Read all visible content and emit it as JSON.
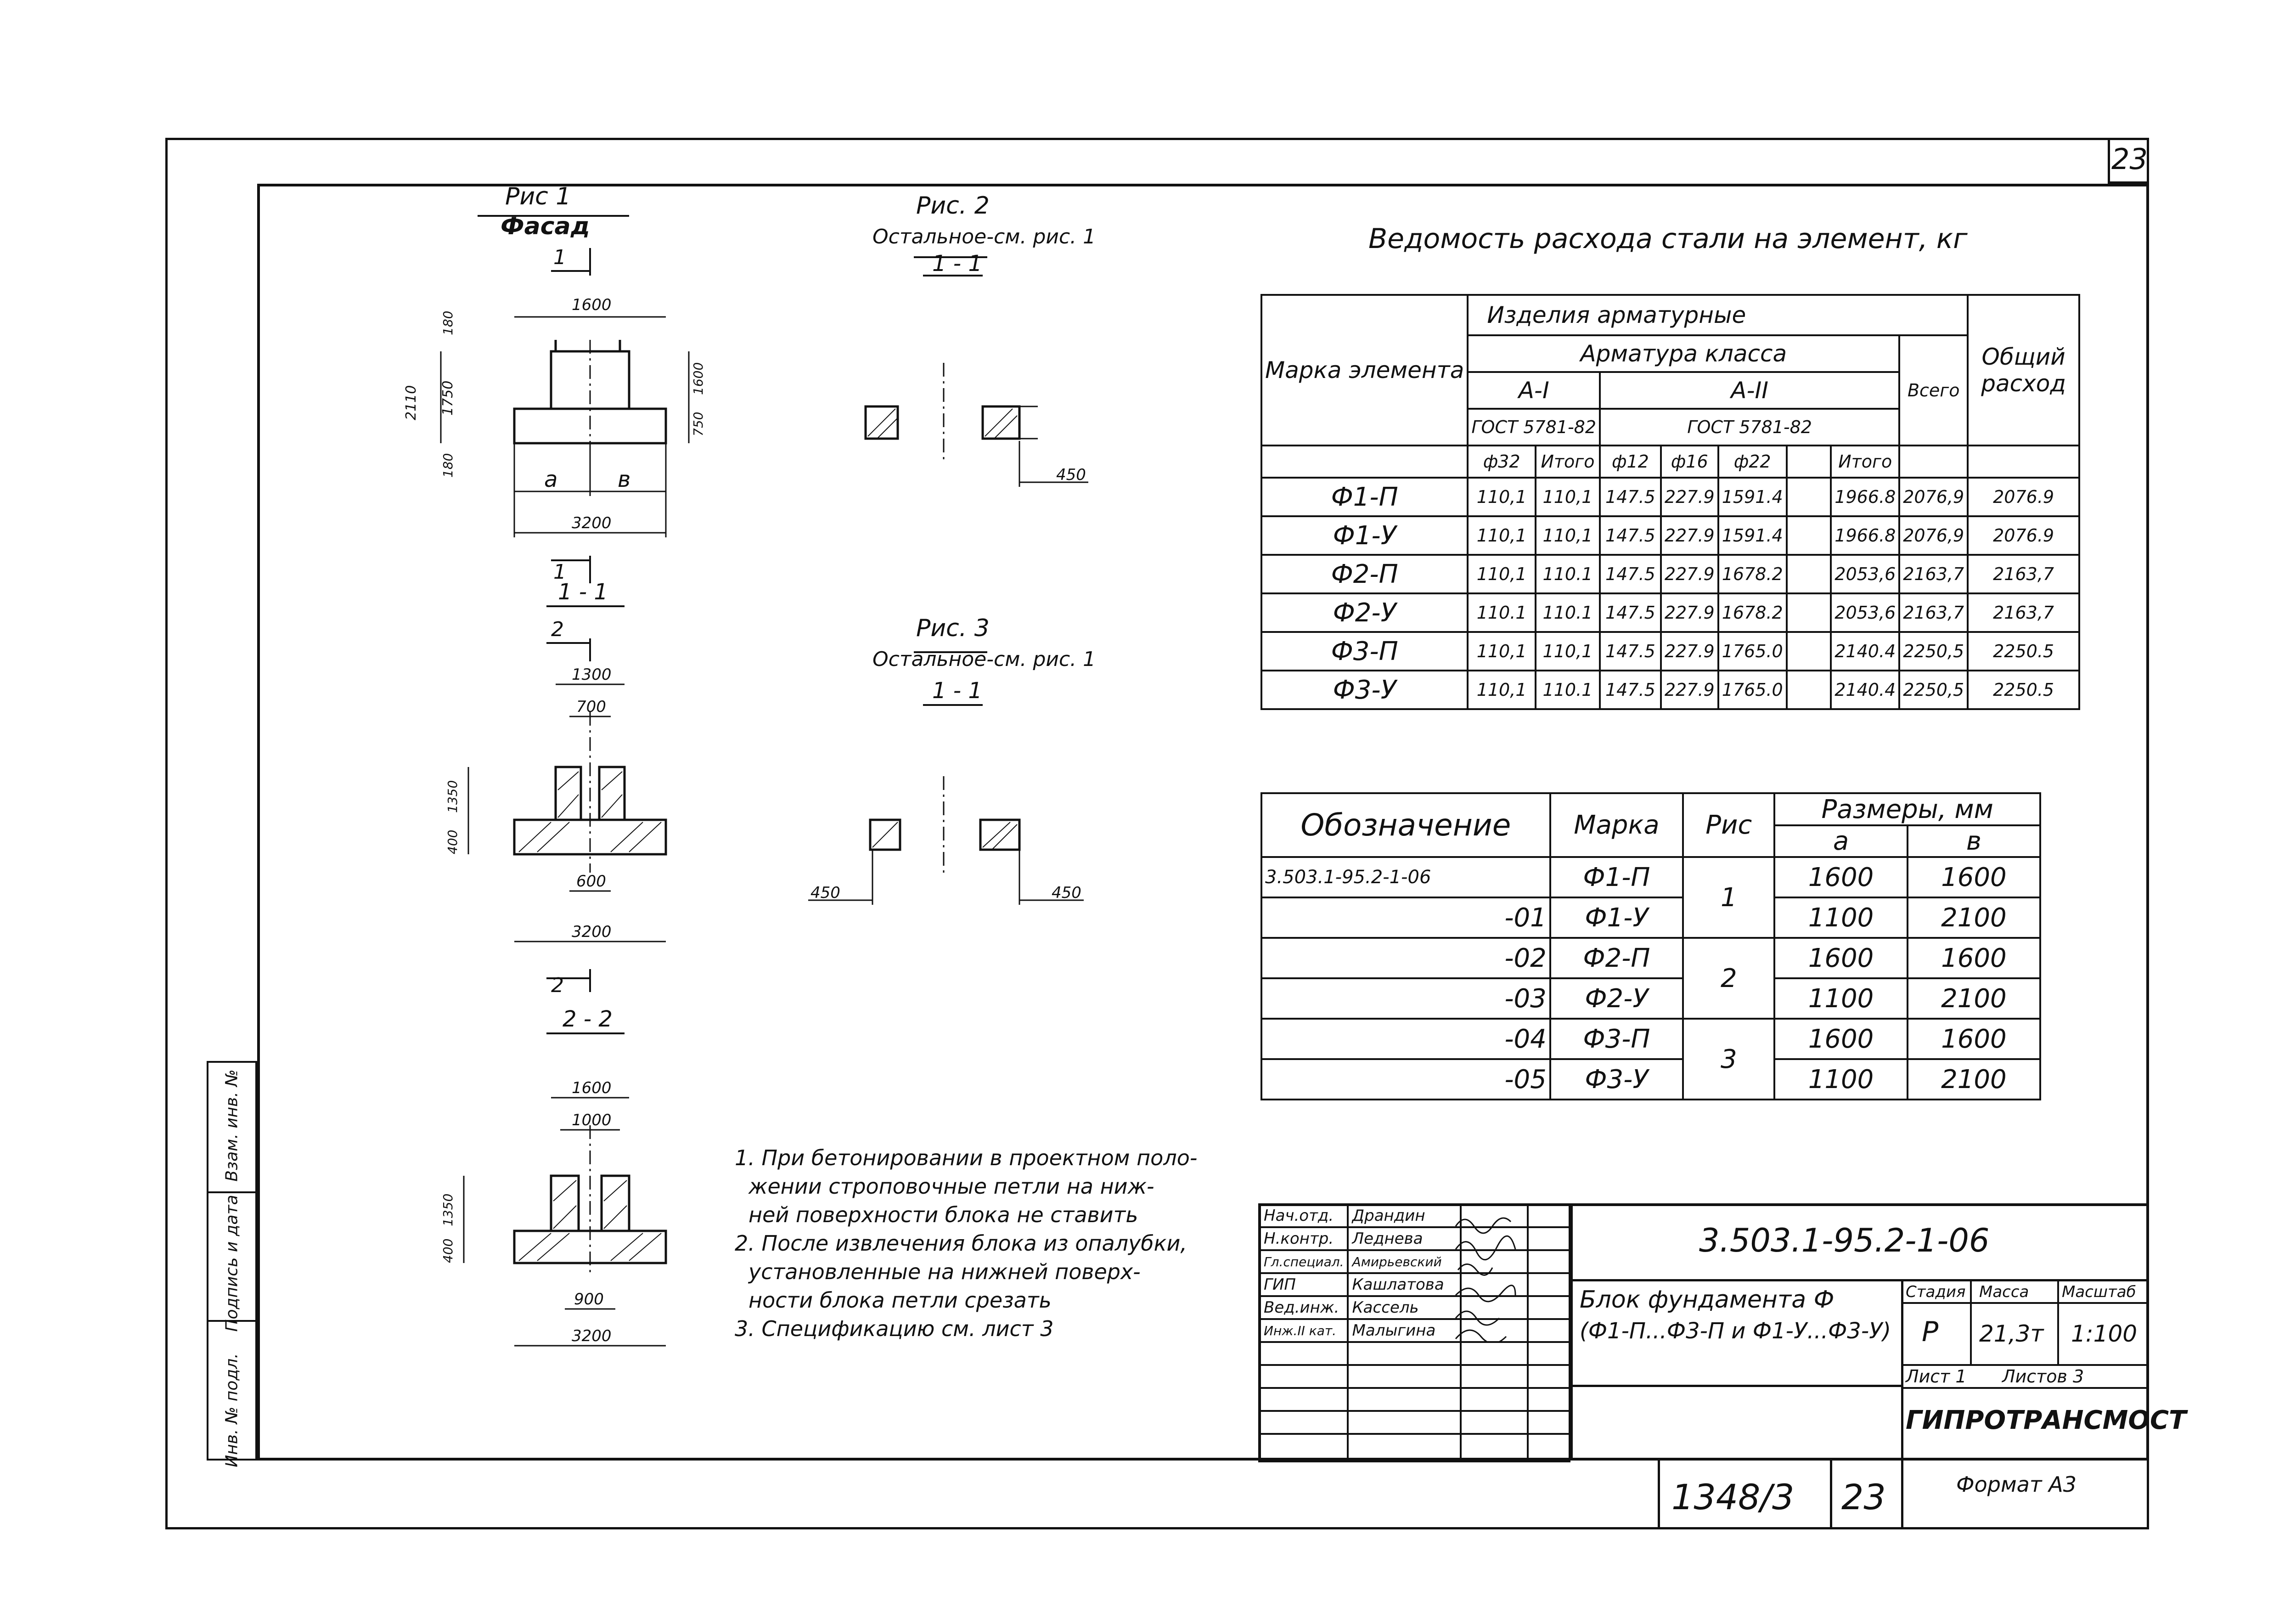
{
  "sheet_number_corner": "23",
  "sheet_title": "Ведомость расхода стали на элемент, кг",
  "figures": {
    "fig1_title": "Рис 1",
    "fig1_subtitle": "Фасад",
    "fig2_title": "Рис. 2",
    "fig2_note": "Остальное-см. рис. 1",
    "fig3_title": "Рис. 3",
    "fig3_note": "Остальное-см. рис. 1",
    "section_11": "1 - 1",
    "section_22": "2 - 2",
    "dims_fig1": {
      "top": "1600",
      "bottom": "3200",
      "h_total": "2110",
      "h_col": "1750",
      "h_top": "180",
      "h_bot": "180",
      "h_right": "1600",
      "h_right2": "750",
      "a": "a",
      "b": "в",
      "sec_top": "1",
      "sec_bot": "1"
    },
    "dims_s11": {
      "top": "1300",
      "inner": "700",
      "base": "600",
      "bottom": "3200",
      "h1": "1350",
      "h2": "400",
      "marker": "2"
    },
    "dims_s22": {
      "top": "1600",
      "inner": "1000",
      "base": "900",
      "bottom": "3200",
      "h1": "1350",
      "h2": "400"
    },
    "dim_450": "450"
  },
  "steel_table": {
    "col_mark": "Марка элемента",
    "hdr_products": "Изделия арматурные",
    "hdr_class": "Арматура класса",
    "hdr_a1": "A-I",
    "hdr_a2": "A-II",
    "hdr_gost1": "ГОСТ 5781-82",
    "hdr_gost2": "ГОСТ 5781-82",
    "hdr_total": "Всего",
    "hdr_overall": "Общий расход",
    "sub": [
      "ф32",
      "Итого",
      "ф12",
      "ф16",
      "ф22",
      "",
      "Итого"
    ],
    "rows": [
      {
        "mark": "Ф1-П",
        "v": [
          "110,1",
          "110,1",
          "147.5",
          "227.9",
          "1591.4",
          "",
          "1966.8",
          "2076,9",
          "2076.9"
        ]
      },
      {
        "mark": "Ф1-У",
        "v": [
          "110,1",
          "110,1",
          "147.5",
          "227.9",
          "1591.4",
          "",
          "1966.8",
          "2076,9",
          "2076.9"
        ]
      },
      {
        "mark": "Ф2-П",
        "v": [
          "110,1",
          "110.1",
          "147.5",
          "227.9",
          "1678.2",
          "",
          "2053,6",
          "2163,7",
          "2163,7"
        ]
      },
      {
        "mark": "Ф2-У",
        "v": [
          "110.1",
          "110.1",
          "147.5",
          "227.9",
          "1678.2",
          "",
          "2053,6",
          "2163,7",
          "2163,7"
        ]
      },
      {
        "mark": "Ф3-П",
        "v": [
          "110,1",
          "110,1",
          "147.5",
          "227.9",
          "1765.0",
          "",
          "2140.4",
          "2250,5",
          "2250.5"
        ]
      },
      {
        "mark": "Ф3-У",
        "v": [
          "110,1",
          "110.1",
          "147.5",
          "227.9",
          "1765.0",
          "",
          "2140.4",
          "2250,5",
          "2250.5"
        ]
      }
    ]
  },
  "dim_table": {
    "col_designation": "Обозначение",
    "col_mark": "Марка",
    "col_fig": "Рис",
    "col_sizes": "Размеры, мм",
    "col_a": "а",
    "col_b": "в",
    "rows": [
      {
        "des": "3.503.1-95.2-1-06",
        "mark": "Ф1-П",
        "a": "1600",
        "b": "1600"
      },
      {
        "des": "-01",
        "mark": "Ф1-У",
        "a": "1100",
        "b": "2100"
      },
      {
        "des": "-02",
        "mark": "Ф2-П",
        "a": "1600",
        "b": "1600"
      },
      {
        "des": "-03",
        "mark": "Ф2-У",
        "a": "1100",
        "b": "2100"
      },
      {
        "des": "-04",
        "mark": "Ф3-П",
        "a": "1600",
        "b": "1600"
      },
      {
        "des": "-05",
        "mark": "Ф3-У",
        "a": "1100",
        "b": "2100"
      }
    ],
    "figs": [
      "1",
      "2",
      "3"
    ]
  },
  "notes": [
    "1. При бетонировании в проектном поло-",
    "жении строповочные петли на ниж-",
    "ней поверхности блока не ставить",
    "2. После извлечения блока из опалубки,",
    "установленные на нижней поверх-",
    "ности блока петли срезать",
    "3. Спецификацию см. лист 3"
  ],
  "side_stamp": [
    "Инв. № подл.",
    "Подпись и дата",
    "Взам. инв. №"
  ],
  "title_block": {
    "roles": [
      {
        "role": "Нач.отд.",
        "name": "Драндин"
      },
      {
        "role": "Н.контр.",
        "name": "Леднева"
      },
      {
        "role": "Гл.специал.",
        "name": "Амирьевский"
      },
      {
        "role": "ГИП",
        "name": "Кашлатова"
      },
      {
        "role": "Вед.инж.",
        "name": "Кассель"
      },
      {
        "role": "Инж.II кат.",
        "name": "Малыгина"
      }
    ],
    "doc_code": "3.503.1-95.2-1-06",
    "doc_name_1": "Блок фундамента Ф",
    "doc_name_2": "(Ф1-П...Ф3-П и Ф1-У...Ф3-У)",
    "stage_label": "Стадия",
    "mass_label": "Масса",
    "scale_label": "Масштаб",
    "stage": "Р",
    "mass": "21,3т",
    "scale": "1:100",
    "sheet_label": "Лист 1",
    "sheets_label": "Листов 3",
    "org": "ГИПРОТРАНСМОСТ",
    "album": "1348/3",
    "page": "23",
    "format": "Формат А3"
  }
}
